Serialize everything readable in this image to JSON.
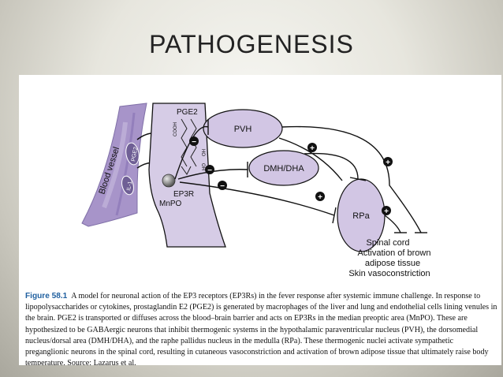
{
  "slide": {
    "title": "PATHOGENESIS"
  },
  "diagram": {
    "labels": {
      "blood_vessel": "Blood vessel",
      "pge2_blob": "PGE2",
      "il1_blob": "IL-1",
      "pge2": "PGE2",
      "ep3r": "EP3R",
      "mnpo": "MnPO",
      "pvh": "PVH",
      "dmh_dha": "DMH/DHA",
      "rpa": "RPa",
      "spinal_cord": "Spinal cord",
      "activation_line1": "Activation of brown",
      "activation_line2": "adipose tissue",
      "skin": "Skin vasoconstriction",
      "cooh": "COOH",
      "ho": "HO",
      "oh": "OH"
    },
    "signs": {
      "inhibit": "−",
      "excite": "+"
    },
    "colors": {
      "mnpo_fill": "#d6cce6",
      "nucleus_fill": "#d2c6e4",
      "vessel_fill": "#a794c9",
      "receptor": "#777777",
      "outline": "#111111"
    }
  },
  "caption": {
    "figure_number": "Figure 58.1",
    "text": "A model for neuronal action of the EP3 receptors (EP3Rs) in the fever response after systemic immune challenge. In response to lipopolysaccharides or cytokines, prostaglandin E2 (PGE2) is generated by macrophages of the liver and lung and endothelial cells lining venules in the brain. PGE2 is transported or diffuses across the blood–brain barrier and acts on EP3Rs in the median preoptic area (MnPO). These are hypothesized to be GABAergic neurons that inhibit thermogenic systems in the hypothalamic paraventricular nucleus (PVH), the dorsomedial nucleus/dorsal area (DMH/DHA), and the raphe pallidus nucleus in the medulla (RPa). These thermogenic nuclei activate sympathetic preganglionic neurons in the spinal cord, resulting in cutaneous vasoconstriction and activation of brown adipose tissue that ultimately raise body temperature. Source: Lazarus et al."
  }
}
